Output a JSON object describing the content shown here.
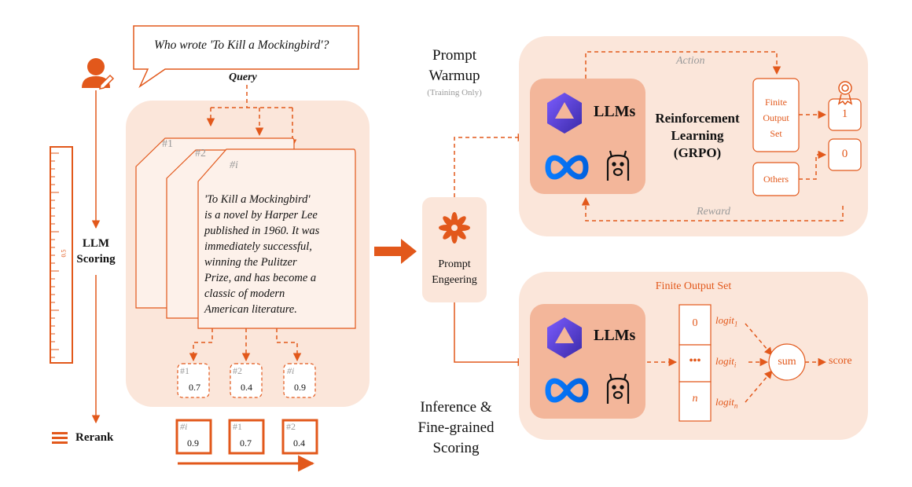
{
  "query_bubble": {
    "question": "Who wrote 'To Kill a Mockingbird'?",
    "label": "Query"
  },
  "docs": {
    "card_labels": [
      "#1",
      "#2",
      "#i"
    ],
    "passage_lines": [
      "'To Kill a Mockingbird'",
      "is a novel by Harper Lee",
      "published in 1960. It was",
      "immediately successful,",
      "winning the Pulitzer",
      "Prize, and has become a",
      "classic of modern",
      "American literature."
    ],
    "scores": [
      {
        "label": "#1",
        "value": "0.7"
      },
      {
        "label": "#2",
        "value": "0.4"
      },
      {
        "label": "#i",
        "value": "0.9"
      }
    ]
  },
  "llm_scoring": {
    "line1": "LLM",
    "line2": "Scoring",
    "ruler_mid": "0.5"
  },
  "rerank": {
    "label": "Rerank",
    "ranked": [
      {
        "label": "#i",
        "value": "0.9"
      },
      {
        "label": "#1",
        "value": "0.7"
      },
      {
        "label": "#2",
        "value": "0.4"
      }
    ]
  },
  "prompt_engineering": {
    "line1": "Prompt",
    "line2": "Engeering"
  },
  "prompt_warmup": {
    "line1": "Prompt",
    "line2": "Warmup",
    "note": "(Training Only)"
  },
  "inference": {
    "line1": "Inference &",
    "line2": "Fine-grained",
    "line3": "Scoring"
  },
  "rl_panel": {
    "llms_label": "LLMs",
    "rl_line1": "Reinforcement",
    "rl_line2": "Learning",
    "rl_line3": "(GRPO)",
    "action": "Action",
    "reward": "Reward",
    "finite_line1": "Finite",
    "finite_line2": "Output",
    "finite_line3": "Set",
    "others": "Others",
    "reward_one": "1",
    "reward_zero": "0"
  },
  "inference_panel": {
    "title": "Finite Output Set",
    "llms_label": "LLMs",
    "cells": [
      "0",
      "•••",
      "n"
    ],
    "logits": [
      {
        "base": "logit",
        "sub": "1"
      },
      {
        "base": "logit",
        "sub": "i"
      },
      {
        "base": "logit",
        "sub": "n"
      }
    ],
    "sum": "sum",
    "score": "score"
  },
  "colors": {
    "accent": "#e2581b",
    "panel": "#fbe6da",
    "llm_box": "#f3b69a",
    "gray": "#9a9a9a"
  },
  "icons": [
    "user-icon",
    "qwen-logo-icon",
    "meta-logo-icon",
    "llama-logo-icon",
    "asterisk-icon",
    "award-icon",
    "menu-icon"
  ]
}
